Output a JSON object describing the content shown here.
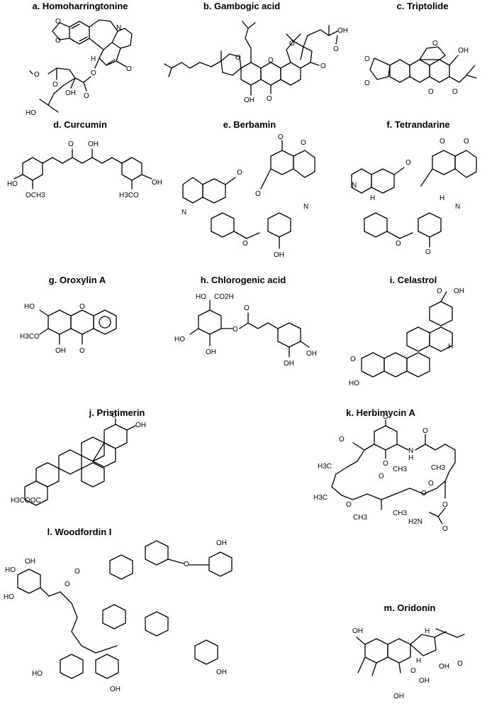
{
  "panels": [
    {
      "id": "a",
      "title": "a. Homoharringtonine",
      "atoms": [
        "O",
        "O",
        "N",
        "H",
        "O",
        "O",
        "O",
        "O",
        "OH",
        "HO",
        "O"
      ]
    },
    {
      "id": "b",
      "title": "b. Gambogic acid",
      "atoms": [
        "O",
        "O",
        "O",
        "O",
        "OH",
        "O",
        "OH",
        "O"
      ]
    },
    {
      "id": "c",
      "title": "c. Triptolide",
      "atoms": [
        "O",
        "O",
        "O",
        "OH",
        "O",
        "O"
      ]
    },
    {
      "id": "d",
      "title": "d. Curcumin",
      "atoms": [
        "O",
        "OH",
        "HO",
        "OCH3",
        "H3CO",
        "OH"
      ]
    },
    {
      "id": "e",
      "title": "e. Berbamin",
      "atoms": [
        "O",
        "O",
        "O",
        "N",
        "N",
        "O",
        "OH"
      ]
    },
    {
      "id": "f",
      "title": "f. Tetrandarine",
      "atoms": [
        "O",
        "O",
        "O",
        "N",
        "H",
        "H",
        "N",
        "O",
        "O"
      ]
    },
    {
      "id": "g",
      "title": "g. Oroxylin A",
      "atoms": [
        "HO",
        "O",
        "H3CO",
        "OH",
        "O"
      ]
    },
    {
      "id": "h",
      "title": "h. Chlorogenic acid",
      "atoms": [
        "HO",
        "CO2H",
        "HO",
        "OH",
        "O",
        "O",
        "OH",
        "OH"
      ]
    },
    {
      "id": "i",
      "title": "i. Celastrol",
      "atoms": [
        "O",
        "OH",
        "H",
        "O",
        "HO"
      ]
    },
    {
      "id": "j",
      "title": "j. Pristimerin",
      "atoms": [
        "O",
        "OH",
        "H3COOC"
      ]
    },
    {
      "id": "k",
      "title": "k. Herbimycin A",
      "atoms": [
        "O",
        "O",
        "O",
        "N",
        "H",
        "O",
        "H3C",
        "CH3",
        "O",
        "CH3",
        "O",
        "CH3",
        "O",
        "O",
        "H3C",
        "CH3",
        "O",
        "O",
        "H2N"
      ]
    },
    {
      "id": "l",
      "title": "l. Woodfordin I",
      "atoms": [
        "HO",
        "OH",
        "HO",
        "O",
        "O",
        "OH",
        "OH",
        "HO",
        "OH"
      ]
    },
    {
      "id": "m",
      "title": "m. Oridonin",
      "atoms": [
        "OH",
        "H",
        "O",
        "OH",
        "OH",
        "OH",
        "H",
        "O"
      ]
    }
  ]
}
